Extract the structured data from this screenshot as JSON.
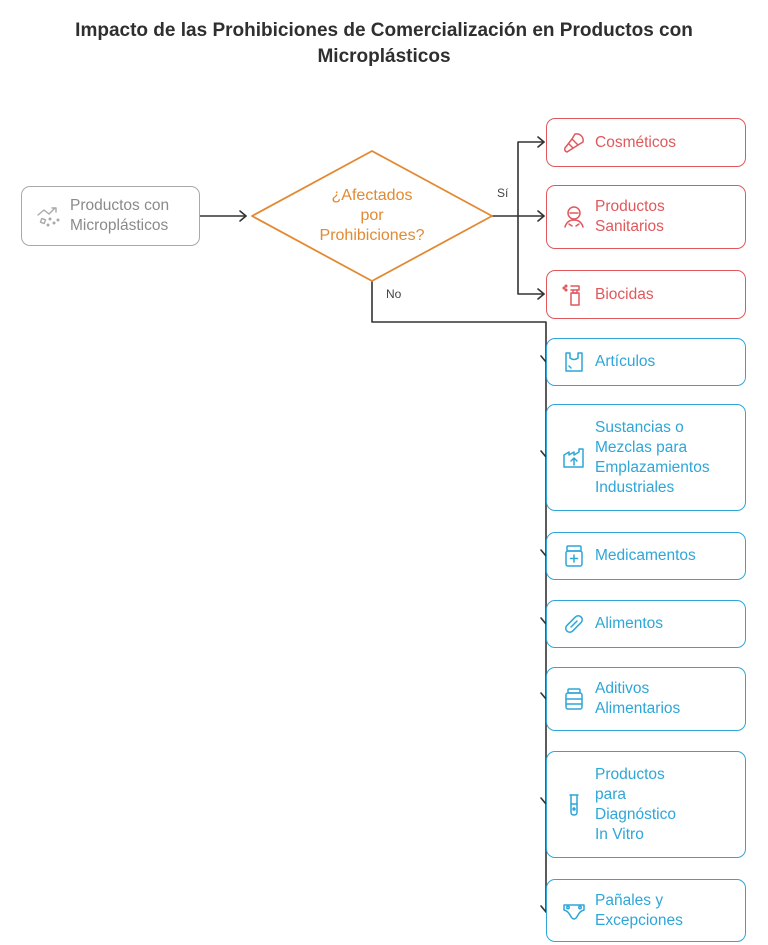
{
  "title_lines": [
    "Impacto de las Prohibiciones de Comercialización en Productos con",
    "Microplásticos"
  ],
  "source": {
    "label_lines": [
      "Productos con",
      "Microplásticos"
    ],
    "icon": "microplastics-icon"
  },
  "decision": {
    "label_lines": [
      "¿Afectados",
      "por",
      "Prohibiciones?"
    ]
  },
  "edge_labels": {
    "yes": "Sí",
    "no": "No"
  },
  "affected": [
    {
      "id": "cosmeticos",
      "icon": "brush-icon",
      "label_lines": [
        "Cosméticos"
      ]
    },
    {
      "id": "sanitarios",
      "icon": "sanitary-mask-icon",
      "label_lines": [
        "Productos",
        "Sanitarios"
      ]
    },
    {
      "id": "biocidas",
      "icon": "spray-bottle-icon",
      "label_lines": [
        "Biocidas"
      ]
    }
  ],
  "exempt": [
    {
      "id": "articulos",
      "icon": "bag-icon",
      "label_lines": [
        "Artículos"
      ]
    },
    {
      "id": "industriales",
      "icon": "factory-icon",
      "label_lines": [
        "Sustancias o",
        "Mezclas para",
        "Emplazamientos",
        "Industriales"
      ]
    },
    {
      "id": "medicamentos",
      "icon": "medicine-jar-icon",
      "label_lines": [
        "Medicamentos"
      ]
    },
    {
      "id": "alimentos",
      "icon": "capsule-icon",
      "label_lines": [
        "Alimentos"
      ]
    },
    {
      "id": "aditivos",
      "icon": "additive-jar-icon",
      "label_lines": [
        "Aditivos",
        "Alimentarios"
      ]
    },
    {
      "id": "diagnostico",
      "icon": "test-tube-icon",
      "label_lines": [
        "Productos",
        "para",
        "Diagnóstico",
        "In Vitro"
      ]
    },
    {
      "id": "panales",
      "icon": "diaper-icon",
      "label_lines": [
        "Pañales y",
        "Excepciones"
      ]
    }
  ],
  "colors": {
    "affected": "#e0585c",
    "exempt": "#2ea6d8",
    "decision": "#e28a33",
    "source": "#a9a9a9",
    "connector": "#333333"
  }
}
